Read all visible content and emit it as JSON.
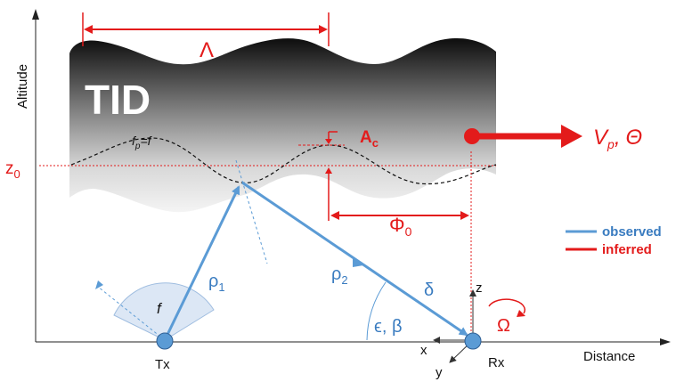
{
  "axes": {
    "y_label": "Altitude",
    "x_label": "Distance",
    "z0_label": "z",
    "z0_sub": "0"
  },
  "layer": {
    "name": "TID",
    "wavelength_label": "Λ",
    "amplitude_label": "A",
    "amplitude_sub": "c",
    "phase_label": "Φ",
    "phase_sub": "0",
    "plasma_label_f": "f",
    "plasma_label_p": "p",
    "plasma_label_eq": "=f"
  },
  "motion": {
    "velocity_label": "V",
    "velocity_sub": "p",
    "velocity_sep": ",",
    "direction_label": "Θ"
  },
  "rays": {
    "rho1": "ρ",
    "rho1_sub": "1",
    "rho2": "ρ",
    "rho2_sub": "2",
    "delta": "δ",
    "angles": "ϵ, β",
    "freq": "f"
  },
  "stations": {
    "tx": "Tx",
    "rx": "Rx",
    "axis_x": "x",
    "axis_y": "y",
    "axis_z": "z",
    "rotation": "Ω"
  },
  "legend": {
    "observed": "observed",
    "inferred": "inferred"
  },
  "colors": {
    "observed": "#5b9bd5",
    "observed_text": "#3a7cc0",
    "inferred": "#e31b1b",
    "layer_dark": "#111111",
    "layer_light": "#f0f0f0"
  }
}
